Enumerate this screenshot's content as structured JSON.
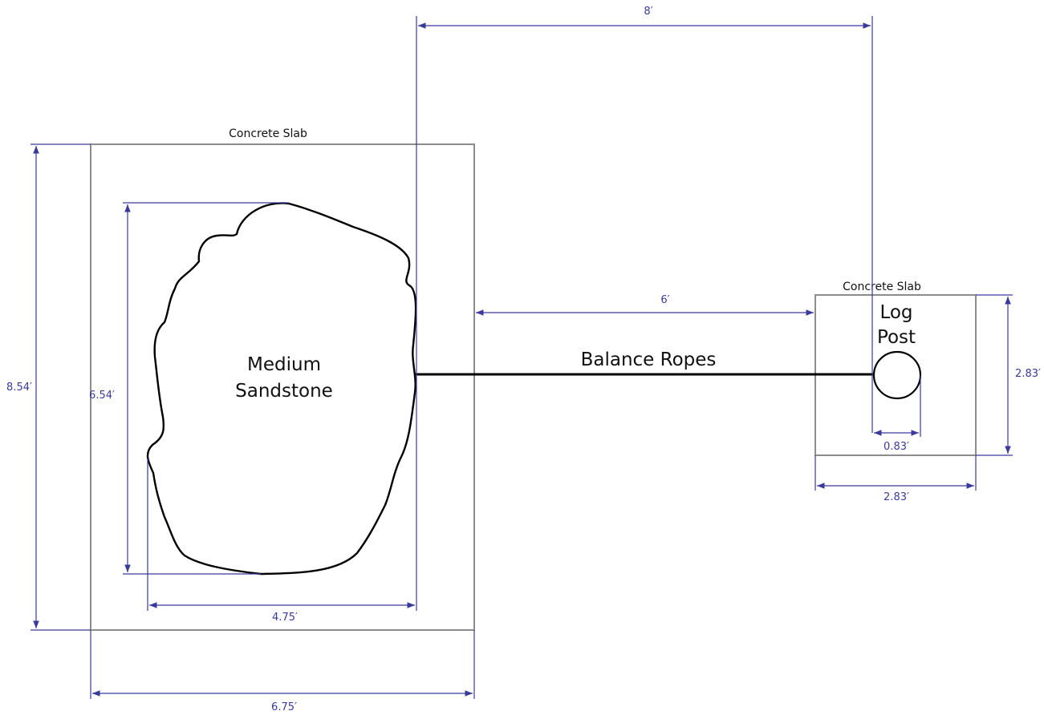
{
  "labels": {
    "slab_left": "Concrete Slab",
    "slab_right": "Concrete Slab",
    "rock_line1": "Medium",
    "rock_line2": "Sandstone",
    "rope": "Balance Ropes",
    "post_line1": "Log",
    "post_line2": "Post"
  },
  "dimensions": {
    "top_span": "8′",
    "rope_span": "6′",
    "left_slab_height": "8.54′",
    "rock_height": "6.54′",
    "rock_width": "4.75′",
    "left_slab_width": "6.75′",
    "post_diameter": "0.83′",
    "right_slab_width": "2.83′",
    "right_slab_height": "2.83′"
  },
  "colors": {
    "dimension": "#3a3a9a",
    "slab": "#8c8c8c",
    "outline": "#000000"
  }
}
